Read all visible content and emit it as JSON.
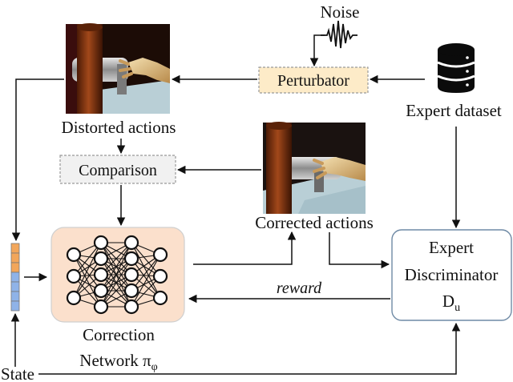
{
  "labels": {
    "noise": "Noise",
    "perturbator": "Perturbator",
    "expert_dataset": "Expert dataset",
    "distorted_actions": "Distorted actions",
    "comparison": "Comparison",
    "corrected_actions": "Corrected actions",
    "expert_discriminator_line1": "Expert",
    "expert_discriminator_line2": "Discriminator",
    "discriminator_symbol": "D",
    "discriminator_subscript": "u",
    "reward": "reward",
    "correction_network_line1": "Correction",
    "correction_network_line2": "Network π",
    "correction_network_subscript": "φ",
    "state": "State"
  },
  "colors": {
    "perturbator_fill": "#fdebc8",
    "network_fill": "#fbe0cc",
    "comparison_fill": "#f1f1f1",
    "state_orange": "#f2a65a",
    "state_blue": "#8fb3e8",
    "discriminator_border": "#6f8aa5",
    "pole": "#8a3a12",
    "floor": "#b9cfd6"
  },
  "icons": {
    "noise": "noise-wave-icon",
    "dataset": "database-icon",
    "scene": "robot-hand-scene-icon"
  }
}
